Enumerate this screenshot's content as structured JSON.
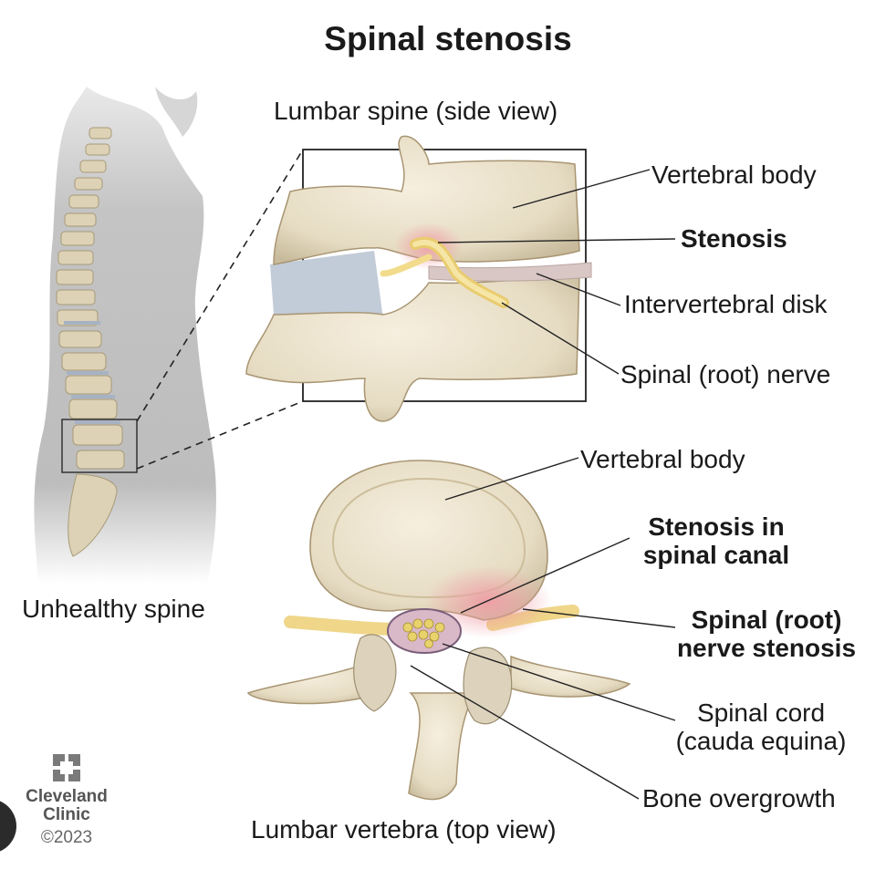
{
  "title": "Spinal stenosis",
  "side_view": {
    "heading": "Lumbar spine (side view)",
    "labels": {
      "vertebral_body": "Vertebral body",
      "stenosis": "Stenosis",
      "intervertebral_disk": "Intervertebral disk",
      "spinal_root_nerve": "Spinal (root) nerve"
    }
  },
  "body_figure": {
    "caption": "Unhealthy spine"
  },
  "top_view": {
    "heading": "Lumbar vertebra (top view)",
    "labels": {
      "vertebral_body": "Vertebral body",
      "stenosis_canal_line1": "Stenosis in",
      "stenosis_canal_line2": "spinal canal",
      "nerve_stenosis_line1": "Spinal (root)",
      "nerve_stenosis_line2": "nerve stenosis",
      "spinal_cord_line1": "Spinal cord",
      "spinal_cord_line2": "(cauda equina)",
      "bone_overgrowth": "Bone overgrowth"
    }
  },
  "logo": {
    "icon": "cleveland-clinic-logo-icon",
    "line1": "Cleveland",
    "line2": "Clinic",
    "copyright": "©2023"
  },
  "colors": {
    "bone": "#ece3cf",
    "bone_shade": "#c9bd9f",
    "body_silhouette": "#bfbfbf",
    "nerve": "#f0d98c",
    "inflammation": "#f2b3b8",
    "disk": "#b9c4d4",
    "ink": "#1a1a1a"
  }
}
